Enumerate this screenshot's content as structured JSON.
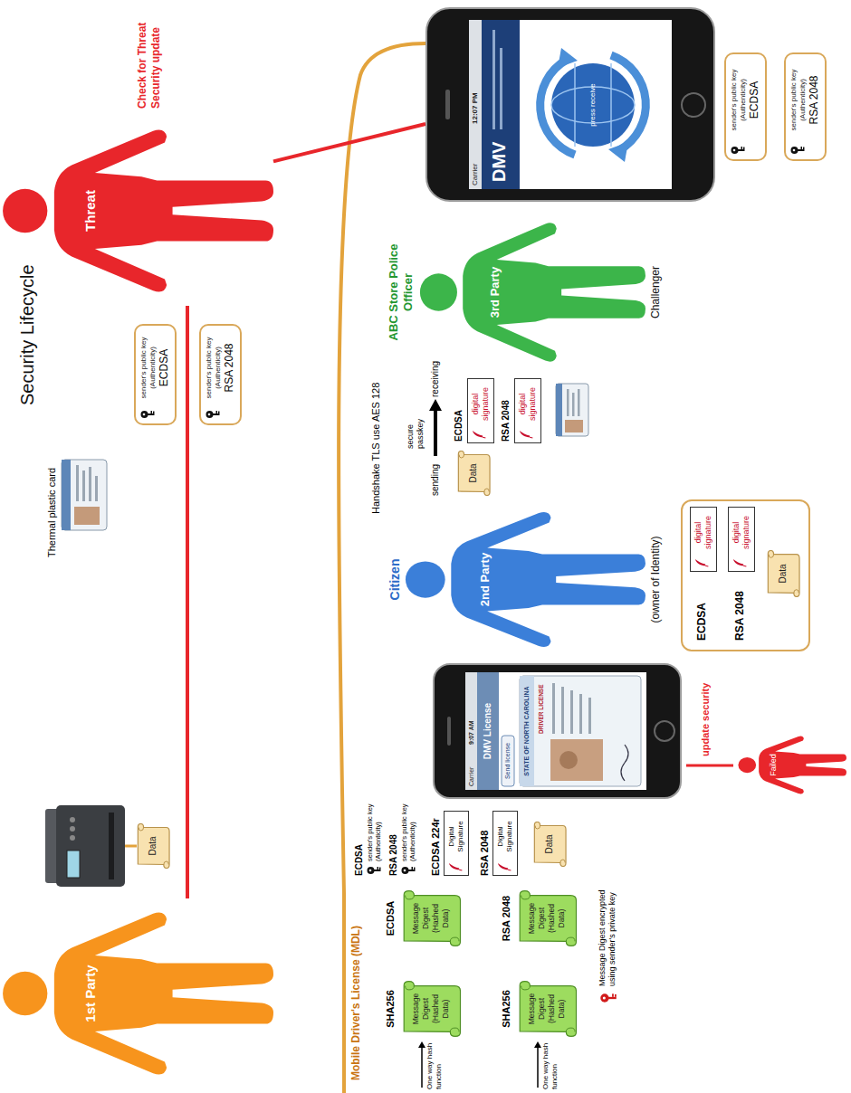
{
  "diagram": {
    "title": "Security Lifecycle",
    "nodes": [
      {
        "text": [
          "1st Party"
        ]
      },
      {
        "text": [
          "Data"
        ]
      },
      {
        "text": [
          "sender's public key (Authenticity)",
          "ECDSA"
        ]
      },
      {
        "text": [
          "sender's public key (Authenticity)",
          "RSA 2048"
        ]
      },
      {
        "text": [
          "Threat"
        ]
      },
      {
        "text": [
          "Message Digest (Hashed Data)"
        ]
      },
      {
        "text": [
          "Message Digest (Hashed Data)"
        ]
      },
      {
        "text": [
          "Message Digest (Hashed Data)"
        ]
      },
      {
        "text": [
          "Message Digest (Hashed Data)"
        ]
      },
      {
        "text": [
          "Digital Signature"
        ]
      },
      {
        "text": [
          "Digital Signature"
        ]
      },
      {
        "text": [
          "Data"
        ]
      },
      {
        "text": [
          "Carrier",
          "9:07 AM",
          "DMV License",
          "Send license",
          "STATE OF NORTH CAROLINA",
          "DRIVER LICENSE"
        ]
      },
      {
        "text": [
          "Citizen",
          "2nd Party",
          "(owner of Identity)"
        ]
      },
      {
        "text": [
          "ECDSA",
          "RSA 2048"
        ]
      },
      {
        "text": [
          "digital signature"
        ],
        "in": 14
      },
      {
        "text": [
          "digital signature"
        ],
        "in": 14
      },
      {
        "text": [
          "Data"
        ],
        "in": 14
      },
      {
        "text": [
          "Data"
        ]
      },
      {
        "text": [
          "digital signature"
        ]
      },
      {
        "text": [
          "digital signature"
        ]
      },
      {
        "text": [
          "ABC Store Police Officer",
          "3rd Party",
          "Challenger"
        ]
      },
      {
        "text": [
          "Carrier",
          "12:07 PM",
          "DMV",
          "press receive"
        ]
      },
      {
        "text": [
          "sender's public key (Authenticity)",
          "ECDSA"
        ]
      },
      {
        "text": [
          "sender's public key (Authenticity)",
          "RSA 2048"
        ]
      },
      {
        "text": [
          "Failed"
        ]
      }
    ],
    "edges": [
      {
        "from": 0,
        "to": 4,
        "arrow": "none"
      },
      {
        "from": 4,
        "to": 22,
        "label": "Check for Threat Security update",
        "arrow": "none"
      }
    ],
    "labels": [
      "Thermal plastic card",
      "Mobile Driver's License (MDL)",
      "ECDSA",
      "sender's public key (Authenticity)",
      "RSA 2048",
      "sender's public key (Authenticity)",
      "ECDSA 224r",
      "RSA 2048",
      "SHA256",
      "ECDSA",
      "SHA256",
      "RSA 2048",
      "One way hash function",
      "One way hash function",
      "Message Digest encrypted using sender's private key",
      "update security",
      "Handshake TLS use AES 128",
      "secure passkey",
      "sending",
      "receiving",
      "ECDSA",
      "RSA 2048"
    ]
  }
}
